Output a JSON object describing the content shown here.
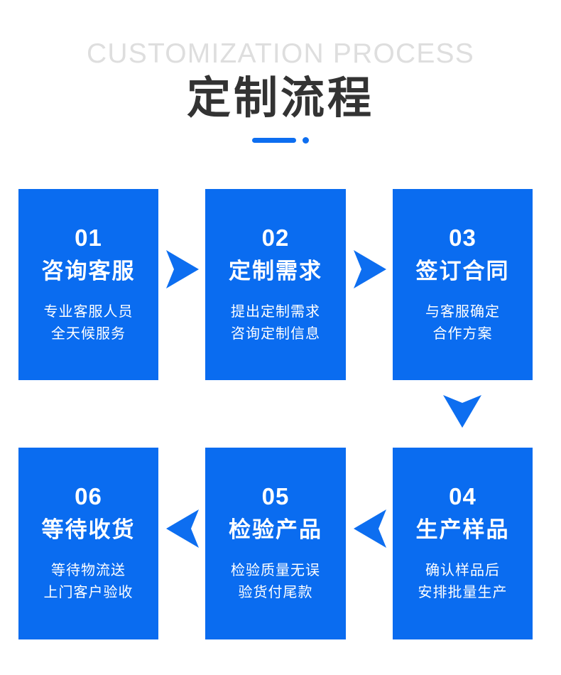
{
  "header": {
    "eyebrow": "CUSTOMIZATION PROCESS",
    "title": "定制流程",
    "accent_color": "#0d6ef0",
    "eyebrow_color": "#dedede",
    "title_color": "#333333"
  },
  "theme": {
    "card_bg": "#0a6cf0",
    "card_text": "#ffffff",
    "arrow_color": "#0d6ef0",
    "page_bg": "#ffffff"
  },
  "steps": [
    {
      "num": "01",
      "name": "咨询客服",
      "desc": [
        "专业客服人员",
        "全天候服务"
      ]
    },
    {
      "num": "02",
      "name": "定制需求",
      "desc": [
        "提出定制需求",
        "咨询定制信息"
      ]
    },
    {
      "num": "03",
      "name": "签订合同",
      "desc": [
        "与客服确定",
        "合作方案"
      ]
    },
    {
      "num": "04",
      "name": "生产样品",
      "desc": [
        "确认样品后",
        "安排批量生产"
      ]
    },
    {
      "num": "05",
      "name": "检验产品",
      "desc": [
        "检验质量无误",
        "验货付尾款"
      ]
    },
    {
      "num": "06",
      "name": "等待收货",
      "desc": [
        "等待物流送",
        "上门客户验收"
      ]
    }
  ],
  "connectors": [
    {
      "id": "arrow-1-2",
      "direction": "right"
    },
    {
      "id": "arrow-2-3",
      "direction": "right"
    },
    {
      "id": "arrow-3-4",
      "direction": "down"
    },
    {
      "id": "arrow-4-5",
      "direction": "left"
    },
    {
      "id": "arrow-5-6",
      "direction": "left"
    }
  ]
}
